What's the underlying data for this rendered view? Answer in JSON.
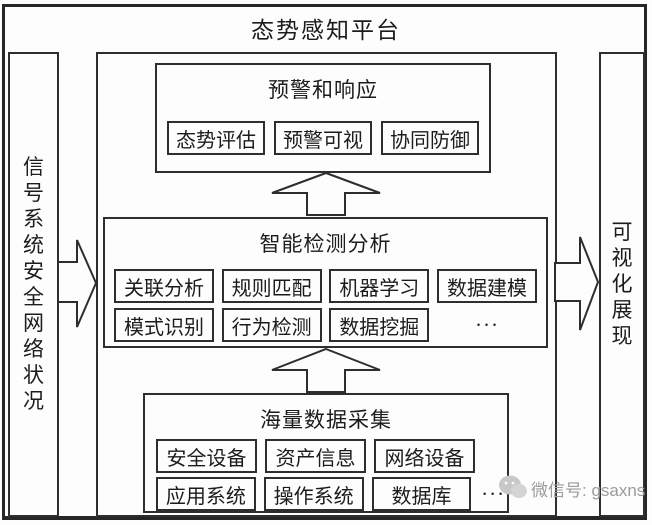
{
  "title": "态势感知平台",
  "left_panel": {
    "text": "信号系统安全网络状况"
  },
  "right_panel": {
    "text": "可视化展现"
  },
  "layers": {
    "warning": {
      "title": "预警和响应",
      "items": [
        "态势评估",
        "预警可视",
        "协同防御"
      ]
    },
    "analysis": {
      "title": "智能检测分析",
      "row1": [
        "关联分析",
        "规则匹配",
        "机器学习",
        "数据建模"
      ],
      "row2": [
        "模式识别",
        "行为检测",
        "数据挖掘"
      ],
      "more": "···"
    },
    "collection": {
      "title": "海量数据采集",
      "row1": [
        "安全设备",
        "资产信息",
        "网络设备"
      ],
      "row2": [
        "应用系统",
        "操作系统",
        "数据库"
      ],
      "more": "···"
    }
  },
  "arrows": {
    "flow": [
      "collection-to-analysis",
      "analysis-to-warning",
      "input-to-platform",
      "platform-to-output"
    ]
  },
  "watermark": {
    "icon": "wechat-icon",
    "text": "微信号: gsaxns"
  },
  "colors": {
    "line": "#2e2e2e",
    "text": "#1c1c1c",
    "background": "#fdfdfd",
    "watermark_text": "#9b9b9b",
    "watermark_icon": "#c8c8c8"
  }
}
